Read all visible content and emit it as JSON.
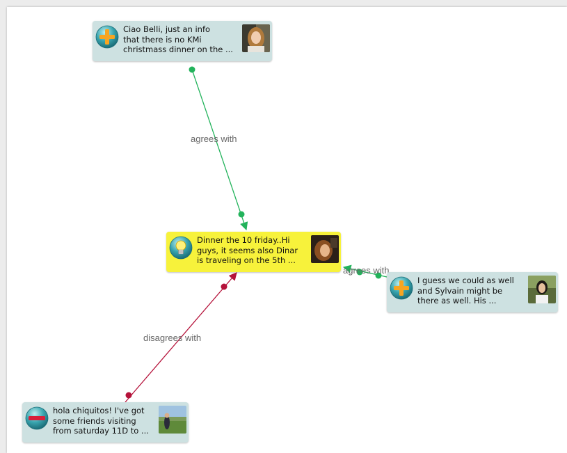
{
  "colors": {
    "agree": "#22b35b",
    "disagree": "#b5123a",
    "issue_bg": "#f7f23b",
    "post_bg": "#cde1e1"
  },
  "nodes": {
    "top": {
      "icon": "pro-plus-icon",
      "lines": [
        "Ciao Belli, just an info",
        "that there is no KMi",
        "christmass dinner on the ..."
      ]
    },
    "center": {
      "icon": "idea-lightbulb-icon",
      "lines": [
        "Dinner the 10 friday..Hi",
        "guys, it seems also Dinar",
        "is traveling on the 5th ..."
      ]
    },
    "right": {
      "icon": "pro-plus-icon",
      "lines": [
        "I guess we could as well",
        "and Sylvain might be",
        "there as well. His ..."
      ]
    },
    "bottom": {
      "icon": "con-minus-icon",
      "lines": [
        "hola chiquitos! I've got",
        "some friends visiting",
        "from saturday 11D to ..."
      ]
    }
  },
  "edges": {
    "top_to_center": "agrees with",
    "right_to_center": "agrees with",
    "bottom_to_center": "disagrees with"
  }
}
